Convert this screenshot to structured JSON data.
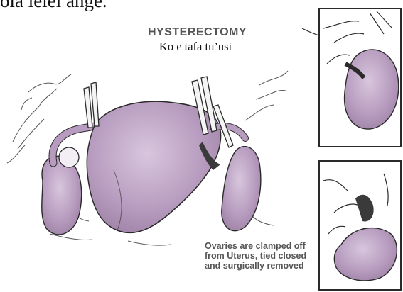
{
  "header_fragment": "ola lelei ange.",
  "diagram": {
    "title": "HYSTERECTOMY",
    "subtitle": "Ko e tafa tu’usi",
    "caption_lines": [
      "Ovaries are clamped off",
      "from Uterus, tied closed",
      "and surgically removed"
    ]
  },
  "colors": {
    "organ_fill": "#b79cbf",
    "organ_light": "#cdb8d3",
    "outline": "#2a2a2a",
    "label_grey": "#555555"
  }
}
